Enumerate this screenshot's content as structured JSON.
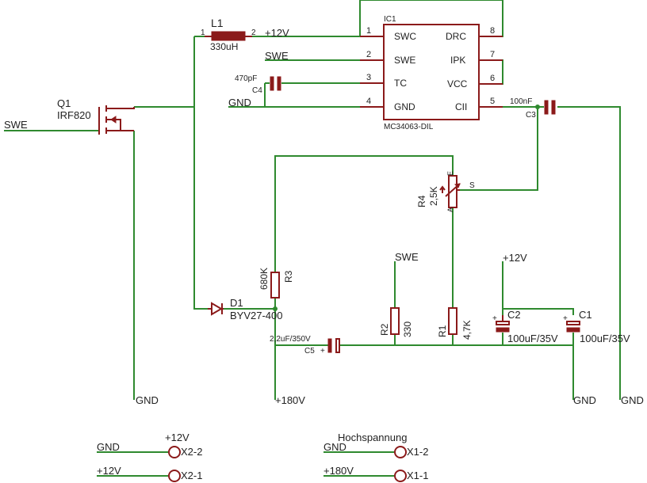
{
  "ic": {
    "ref": "IC1",
    "part": "MC34063-DIL",
    "left_pins": [
      {
        "num": "1",
        "name": "SWC"
      },
      {
        "num": "2",
        "name": "SWE"
      },
      {
        "num": "3",
        "name": "TC"
      },
      {
        "num": "4",
        "name": "GND"
      }
    ],
    "right_pins": [
      {
        "num": "8",
        "name": "DRC"
      },
      {
        "num": "7",
        "name": "IPK"
      },
      {
        "num": "6",
        "name": "VCC"
      },
      {
        "num": "5",
        "name": "CII"
      }
    ]
  },
  "l1": {
    "ref": "L1",
    "value": "330uH",
    "pin1": "1",
    "pin2": "2"
  },
  "q1": {
    "ref": "Q1",
    "part": "IRF820"
  },
  "d1": {
    "ref": "D1",
    "part": "BYV27-400"
  },
  "c4": {
    "ref": "C4",
    "value": "470pF"
  },
  "c3": {
    "ref": "C3",
    "value": "100nF"
  },
  "c5": {
    "ref": "C5",
    "value": "2,2uF/350V",
    "polarity": "+"
  },
  "c2": {
    "ref": "C2",
    "value": "100uF/35V",
    "polarity": "+"
  },
  "c1": {
    "ref": "C1",
    "value": "100uF/35V",
    "polarity": "+"
  },
  "r1": {
    "ref": "R1",
    "value": "4,7K"
  },
  "r2": {
    "ref": "R2",
    "value": "330"
  },
  "r3": {
    "ref": "R3",
    "value": "680K"
  },
  "r4": {
    "ref": "R4",
    "value": "2,5K",
    "pin_e": "E",
    "pin_s": "S",
    "pin_a": "A"
  },
  "nets": {
    "p12v_l1": "+12V",
    "swe_ic": "SWE",
    "gnd_ic": "GND",
    "swe_q1": "SWE",
    "gnd_q1": "GND",
    "swe_r2": "SWE",
    "p12v_c2": "+12V",
    "p180v": "+180V",
    "gnd_c1": "GND",
    "gnd_c3": "GND"
  },
  "connectors": {
    "x2": {
      "title": "+12V",
      "pin2_label": "X2-2",
      "pin2_net": "GND",
      "pin1_label": "X2-1",
      "pin1_net": "+12V"
    },
    "x1": {
      "title": "Hochspannung",
      "pin2_label": "X1-2",
      "pin2_net": "GND",
      "pin1_label": "X1-1",
      "pin1_net": "+180V"
    }
  },
  "colors": {
    "wire": "#2f8a2f",
    "part": "#8b1a1a",
    "text": "#222222"
  }
}
